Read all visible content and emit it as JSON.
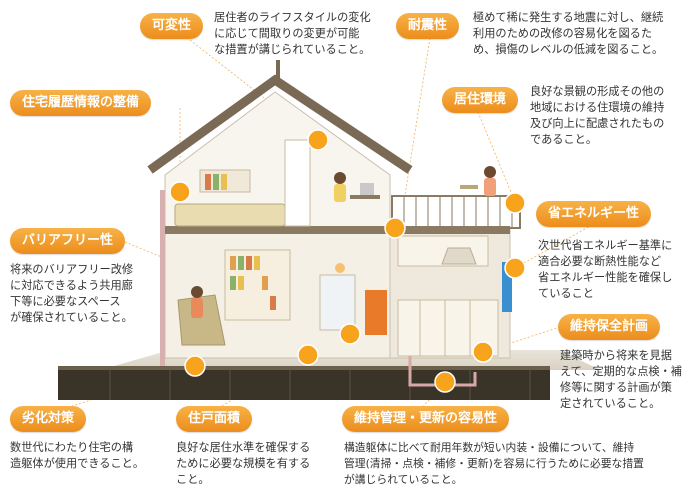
{
  "colors": {
    "label": "#f0a030",
    "marker": "#f7a41c",
    "house_wall": "#f4f0e6",
    "roof": "#7a6a55",
    "foundation": "#3a3328",
    "leader": "#f2b15a"
  },
  "features": {
    "kahensei": {
      "label": "可変性",
      "lines": [
        "居住者のライフスタイルの変化",
        "に応じて間取りの変更が可能",
        "な措置が講じられていること。"
      ]
    },
    "taishinsei": {
      "label": "耐震性",
      "lines": [
        "極めて稀に発生する地震に対し、継続",
        "利用のための改修の容易化を図るた",
        "め、損傷のレベルの低減を図ること。"
      ]
    },
    "jutaku_rireki": {
      "label": "住宅履歴情報の整備"
    },
    "kyoju_kankyo": {
      "label": "居住環境",
      "lines": [
        "良好な景観の形成その他の",
        "地域における住環境の維持",
        "及び向上に配慮されたもの",
        "であること。"
      ]
    },
    "barrier_free": {
      "label": "バリアフリー性",
      "lines": [
        "将来のバリアフリー改修",
        "に対応できるよう共用廊",
        "下等に必要なスペース",
        "が確保されていること。"
      ]
    },
    "sho_energy": {
      "label": "省エネルギー性",
      "lines": [
        "次世代省エネルギー基準に",
        "適合必要な断熱性能など",
        "省エネルギー性能を確保し",
        "ていること"
      ]
    },
    "iji_hozen": {
      "label": "維持保全計画",
      "lines": [
        "建築時から将来を見据",
        "えて、定期的な点検・補",
        "修等に関する計画が策",
        "定されていること。"
      ]
    },
    "rekka_taisaku": {
      "label": "劣化対策",
      "lines": [
        "数世代にわたり住宅の構",
        "造躯体が使用できること。"
      ]
    },
    "jukou_menseki": {
      "label": "住戸面積",
      "lines": [
        "良好な居住水準を確保する",
        "ために必要な規模を有する",
        "こと。"
      ]
    },
    "iji_kanri": {
      "label": "維持管理・更新の容易性",
      "lines": [
        "構造躯体に比べて耐用年数が短い内装・設備について、維持",
        "管理(清掃・点検・補修・更新)を容易に行うために必要な措置",
        "が講じられていること。"
      ]
    }
  }
}
